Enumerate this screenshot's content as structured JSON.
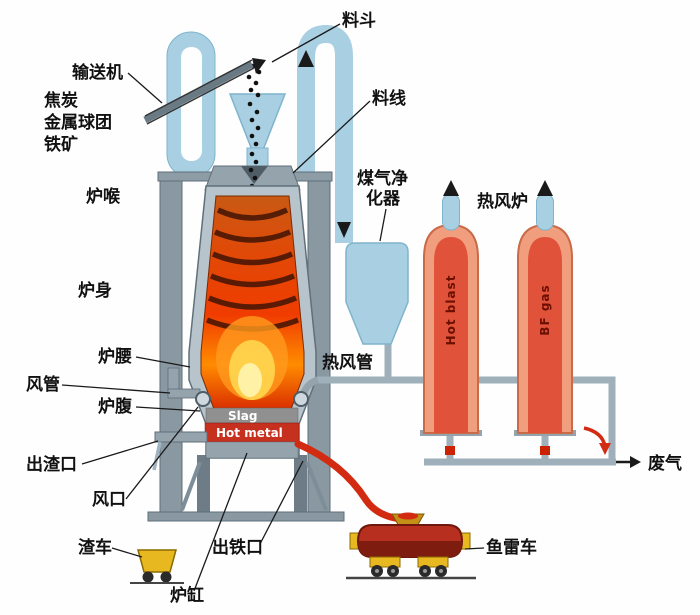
{
  "diagram": {
    "type": "blast-furnace-ironmaking-process",
    "labels": {
      "hopper": "料斗",
      "conveyor": "输送机",
      "coke": "焦炭",
      "metal_pellets": "金属球团",
      "iron_ore": "铁矿",
      "stock_line": "料线",
      "gas_purifier_line1": "煤气净",
      "gas_purifier_line2": "化器",
      "hot_blast_stove": "热风炉",
      "furnace_throat": "炉喉",
      "furnace_shaft": "炉身",
      "furnace_waist": "炉腰",
      "blast_pipe": "风管",
      "furnace_bosh": "炉腹",
      "slag_notch": "出渣口",
      "tuyere": "风口",
      "slag_car": "渣车",
      "taphole": "出铁口",
      "hearth": "炉缸",
      "torpedo_car": "鱼雷车",
      "waste_gas": "废气",
      "hot_blast_main": "热风管",
      "slag_layer": "Slag",
      "hot_metal_layer": "Hot metal",
      "stove_a_flow": "Hot blast",
      "stove_b_flow": "BF gas"
    },
    "colors": {
      "pipe_blue": "#a9cfe2",
      "steel_gray": "#95a3ad",
      "hot_zone_red": "#f03c00",
      "flame_yellow": "#ffd34d",
      "stove_shell": "#f09e7e",
      "stove_core": "#e1523a",
      "hot_metal_red": "#c5301f",
      "slag_gray": "#909090",
      "vehicle_yellow": "#e8b820"
    }
  }
}
